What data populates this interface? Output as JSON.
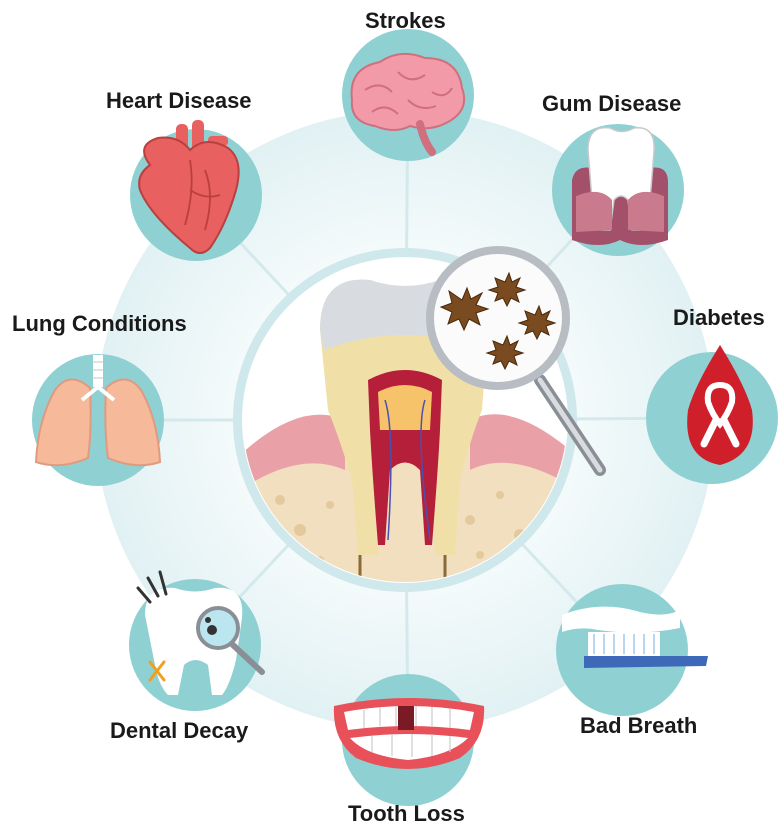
{
  "diagram": {
    "center": {
      "name": "Tooth with bacteria under magnifying glass"
    },
    "nodes": [
      {
        "id": "strokes",
        "label": "Strokes",
        "icon": "brain-icon"
      },
      {
        "id": "gum-disease",
        "label": "Gum Disease",
        "icon": "receding-gum-tooth-icon"
      },
      {
        "id": "diabetes",
        "label": "Diabetes",
        "icon": "blood-drop-ribbon-icon"
      },
      {
        "id": "bad-breath",
        "label": "Bad Breath",
        "icon": "toothbrush-toothpaste-icon"
      },
      {
        "id": "tooth-loss",
        "label": "Tooth Loss",
        "icon": "smile-missing-tooth-icon"
      },
      {
        "id": "dental-decay",
        "label": "Dental Decay",
        "icon": "decayed-tooth-magnifier-icon"
      },
      {
        "id": "lung-conditions",
        "label": "Lung Conditions",
        "icon": "lungs-icon"
      },
      {
        "id": "heart-disease",
        "label": "Heart Disease",
        "icon": "heart-icon"
      }
    ]
  },
  "colors": {
    "ring": "#e4f2f3",
    "node": "#8fd0d3",
    "connector": "#cfe7e9",
    "centerRing": "#cbe7ea",
    "heart": "#e8605f",
    "brain": "#f29aa8",
    "gum": "#9b5a6e",
    "lungs": "#f6b99a",
    "drop": "#cf1f2a",
    "brush": "#3e69b8"
  }
}
